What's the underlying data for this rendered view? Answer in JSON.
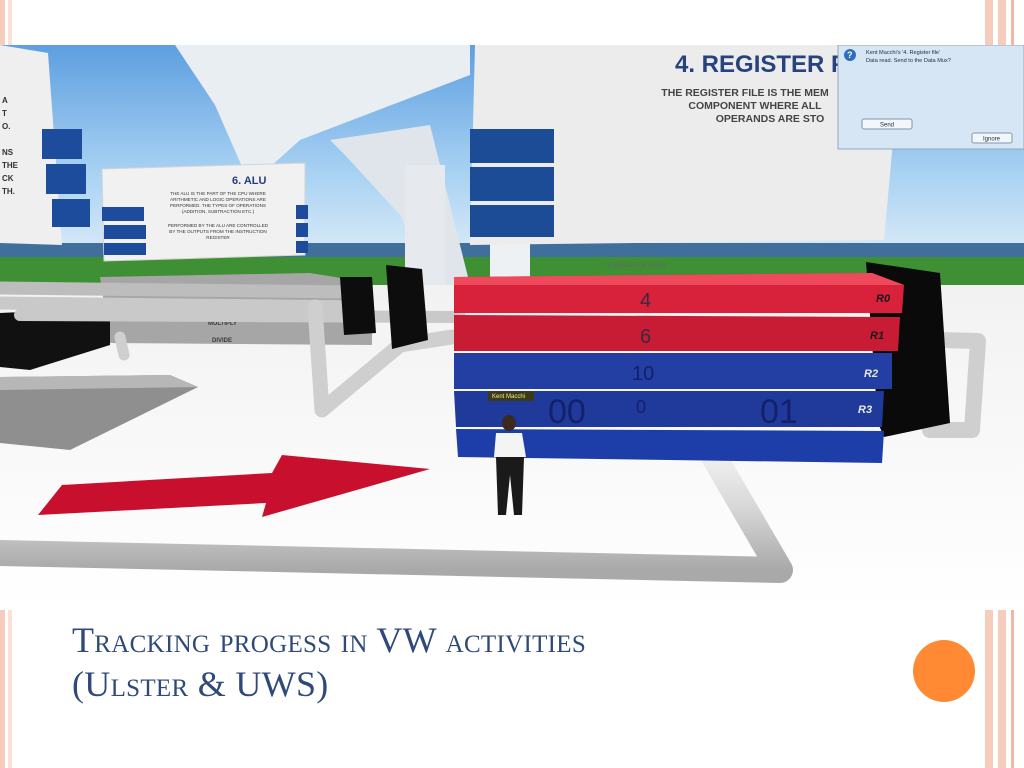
{
  "slide": {
    "title_line1": "Tracking progess in VW activities",
    "title_line2": "(Ulster & UWS)"
  },
  "scene": {
    "register_sign": {
      "heading": "4. REGISTER F",
      "line1": "THE REGISTER FILE IS THE MEM",
      "line2": "COMPONENT WHERE ALL",
      "line3": "OPERANDS ARE STO"
    },
    "alu_sign": {
      "heading": "6. ALU",
      "line1": "THE ALU IS THE PART OF THE CPU WHERE",
      "line2": "ARITHMETIC AND LOGIC OPERATIONS ARE",
      "line3": "PERFORMED. THE TYPES OF OPERATIONS",
      "line4": "(ADDITION, SUBTRACTION ETC.)",
      "line5": "PERFORMED BY THE ALU ARE CONTROLLED",
      "line6": "BY THE OUTPUTS FROM THE INSTRUCTION",
      "line7": "REGISTER"
    },
    "left_sign_letters": [
      "A",
      "T",
      "O.",
      "",
      "NS",
      "THE",
      "CK",
      "TH."
    ],
    "alu_menu": {
      "item1": "MULTIPLY",
      "item2": "DIVIDE"
    },
    "floor_label": "4. Register File Sensor",
    "avatar_name": "Kent Macchi",
    "registers": [
      {
        "label": "R0",
        "value": "4"
      },
      {
        "label": "R1",
        "value": "6"
      },
      {
        "label": "R2",
        "value": "10"
      },
      {
        "label": "R3",
        "value": "0"
      }
    ],
    "bin_left": "00",
    "bin_right": "01",
    "dialog": {
      "line1": "Kent Macchi's '4. Register file'",
      "line2": "Data read. Send to the Data Mux?",
      "send_label": "Send",
      "ignore_label": "Ignore"
    }
  },
  "colors": {
    "title": "#2f4a7a",
    "accent_orb": "#ff8a33",
    "register_red": "#d8213b",
    "register_blue": "#1f3fa8"
  }
}
